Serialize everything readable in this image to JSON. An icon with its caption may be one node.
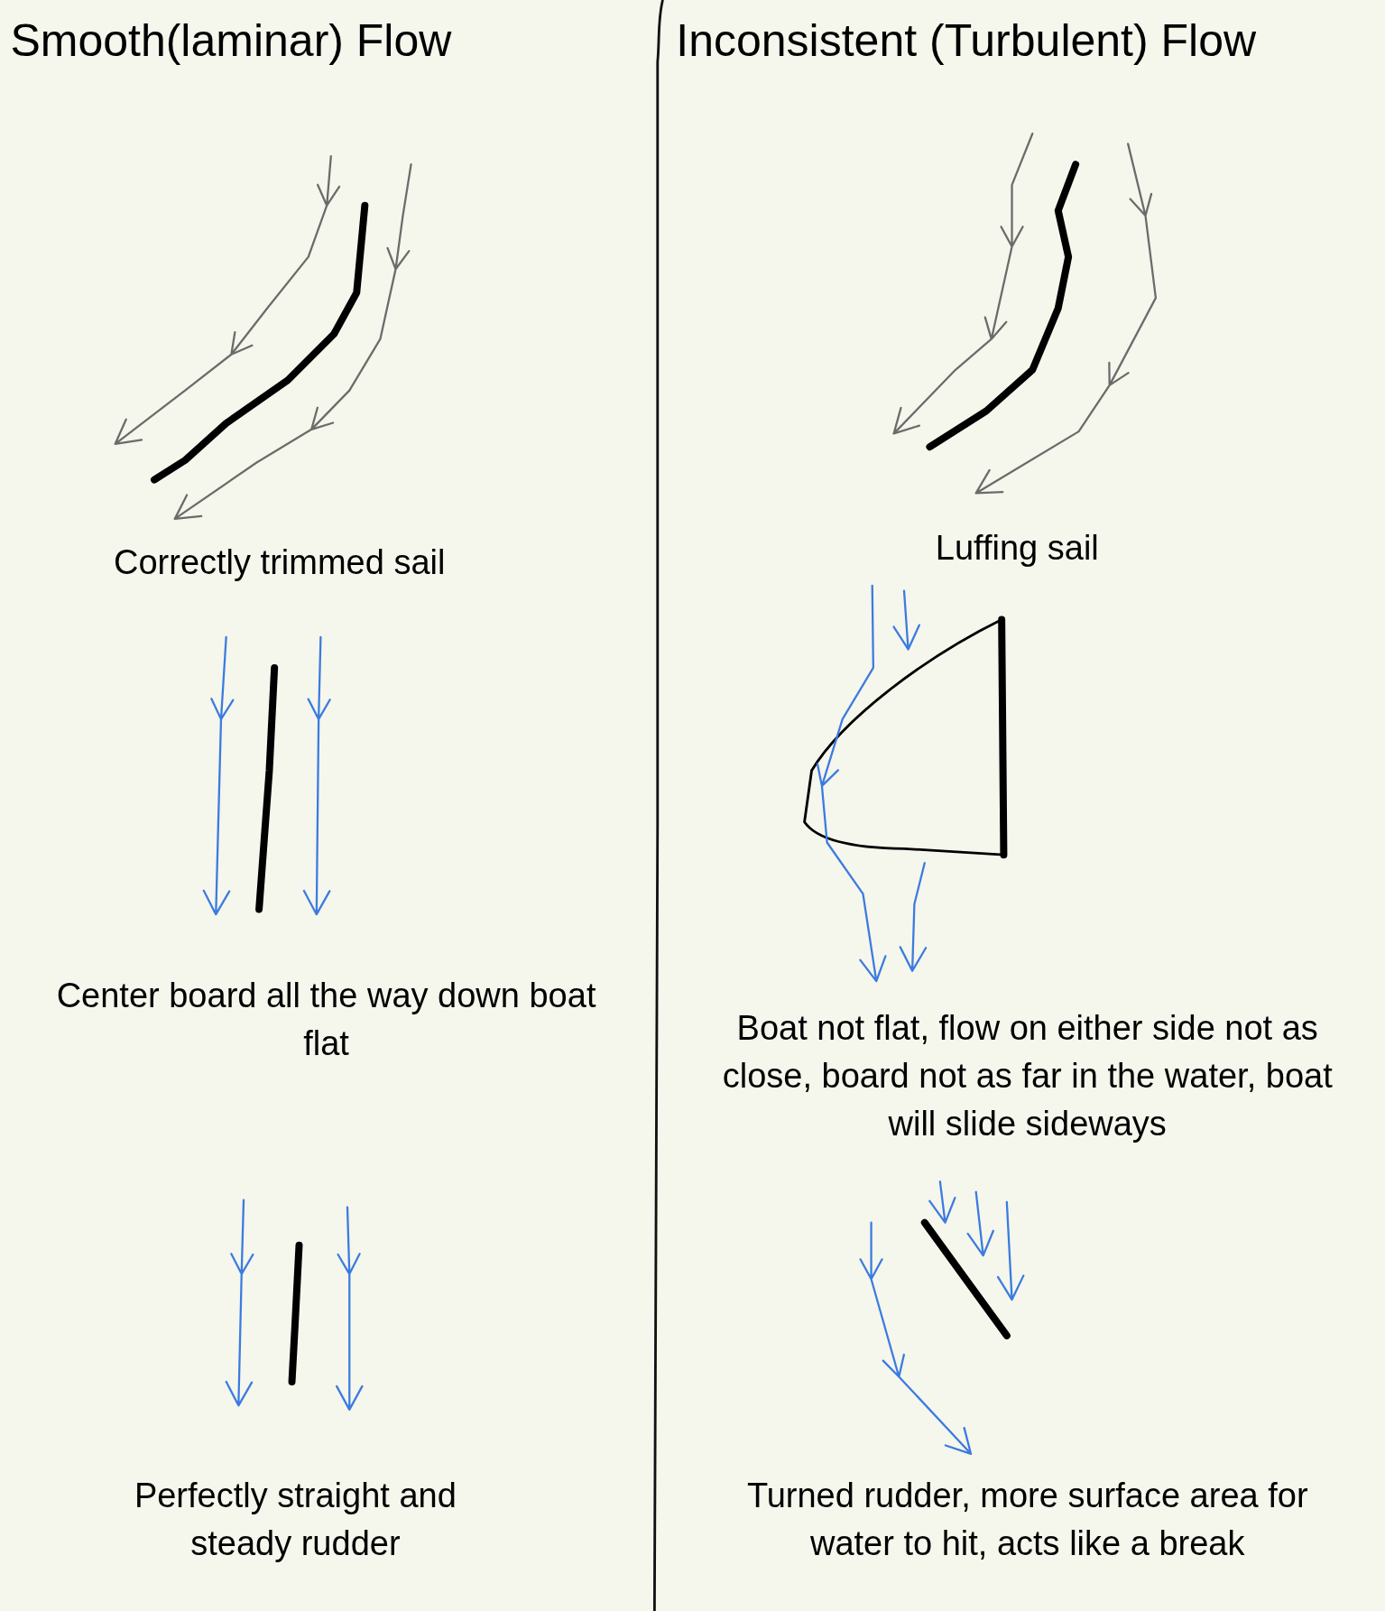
{
  "diagram": {
    "labels": [
      "Smooth(laminar) Flow",
      "Inconsistent (Turbulent) Flow",
      "Correctly trimmed sail",
      "Luffing sail",
      "Center board all the way down boat flat",
      "Boat not flat, flow on either side not as close, board not as far in the water, boat will slide sideways",
      "Perfectly straight and steady rudder",
      "Turned rudder, more surface area for water to hit, acts like a break"
    ]
  }
}
